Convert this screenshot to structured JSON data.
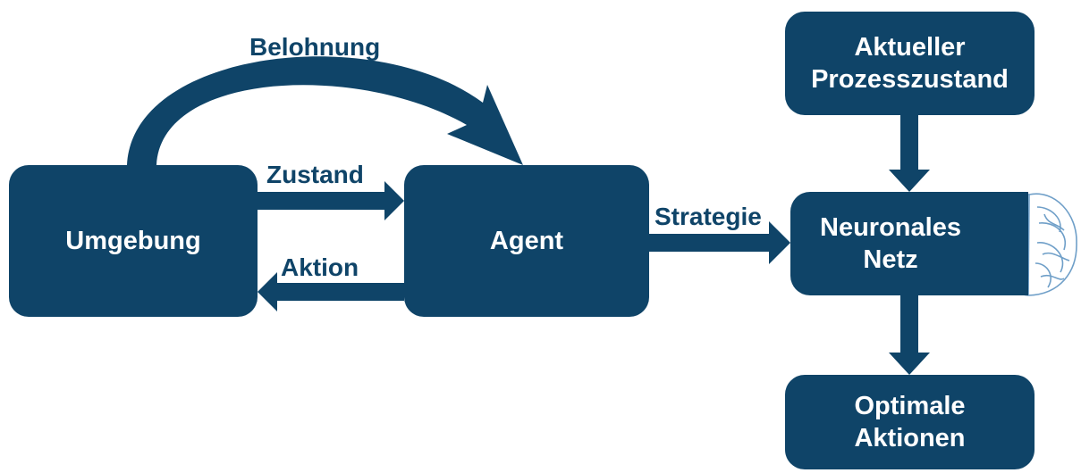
{
  "colors": {
    "primary": "#0f4468",
    "box_text": "#ffffff",
    "background": "#ffffff"
  },
  "boxes": {
    "umgebung": "Umgebung",
    "agent": "Agent",
    "aktueller_prozesszustand": [
      "Aktueller",
      "Prozesszustand"
    ],
    "neuronales_netz": [
      "Neuronales",
      "Netz"
    ],
    "optimale_aktionen": [
      "Optimale",
      "Aktionen"
    ]
  },
  "arrows": {
    "belohnung": "Belohnung",
    "zustand": "Zustand",
    "aktion": "Aktion",
    "strategie": "Strategie"
  },
  "icons": {
    "brain": "brain-circuit-icon"
  }
}
